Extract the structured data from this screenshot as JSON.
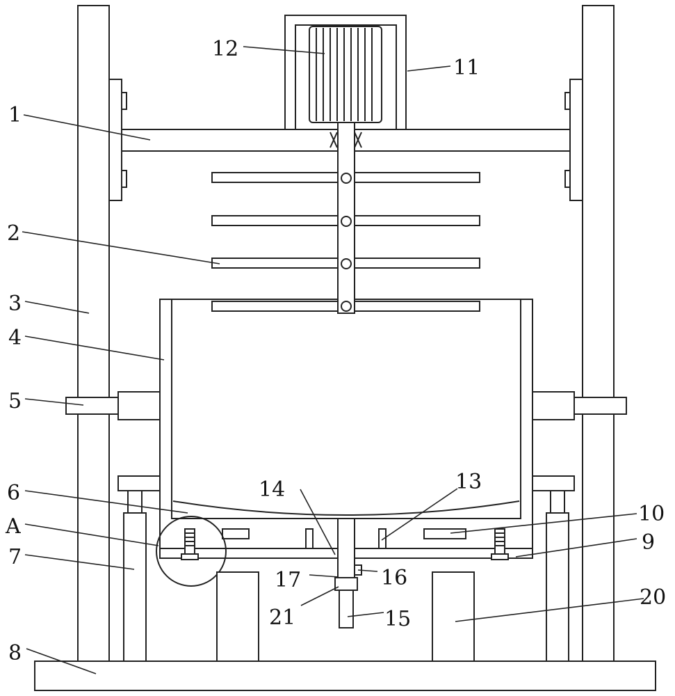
{
  "figure": {
    "labels": [
      "1",
      "2",
      "3",
      "4",
      "5",
      "6",
      "A",
      "7",
      "8",
      "9",
      "10",
      "11",
      "12",
      "13",
      "14",
      "15",
      "16",
      "17",
      "20",
      "21"
    ]
  }
}
